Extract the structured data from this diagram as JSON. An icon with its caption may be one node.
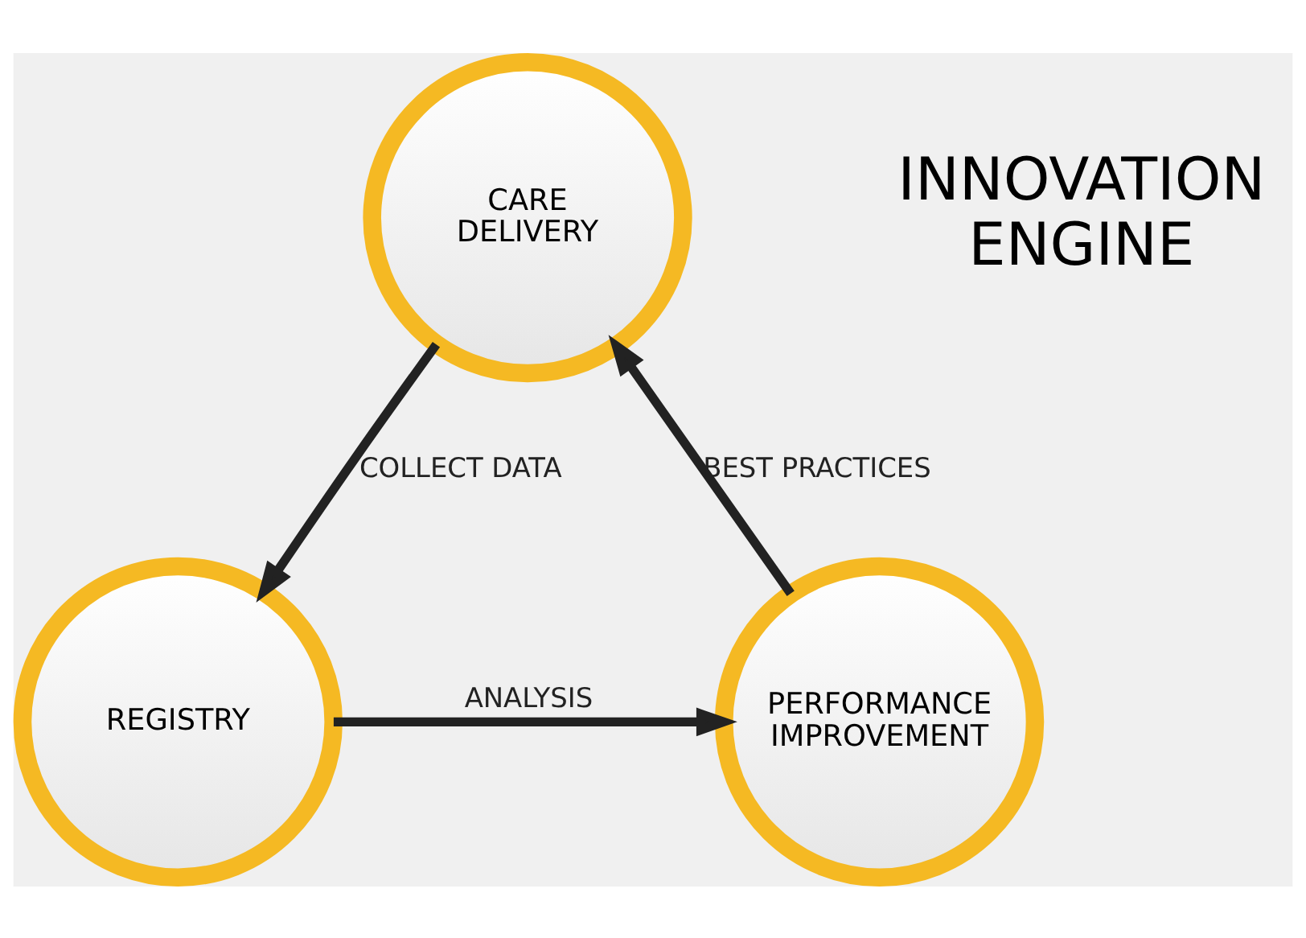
{
  "diagram": {
    "nodes": [
      {
        "text": [
          "CARE DELIVERY"
        ]
      },
      {
        "text": [
          "REGISTRY"
        ]
      },
      {
        "text": [
          "PERFORMANCE IMPROVEMENT"
        ]
      }
    ],
    "edges": [
      {
        "from": 0,
        "to": 1,
        "arrow": "to",
        "label": "COLLECT DATA"
      },
      {
        "from": 1,
        "to": 2,
        "arrow": "to",
        "label": "ANALYSIS"
      },
      {
        "from": 2,
        "to": 0,
        "arrow": "to",
        "label": "BEST PRACTICES"
      }
    ],
    "labels": [
      "INNOVATION ENGINE"
    ]
  }
}
